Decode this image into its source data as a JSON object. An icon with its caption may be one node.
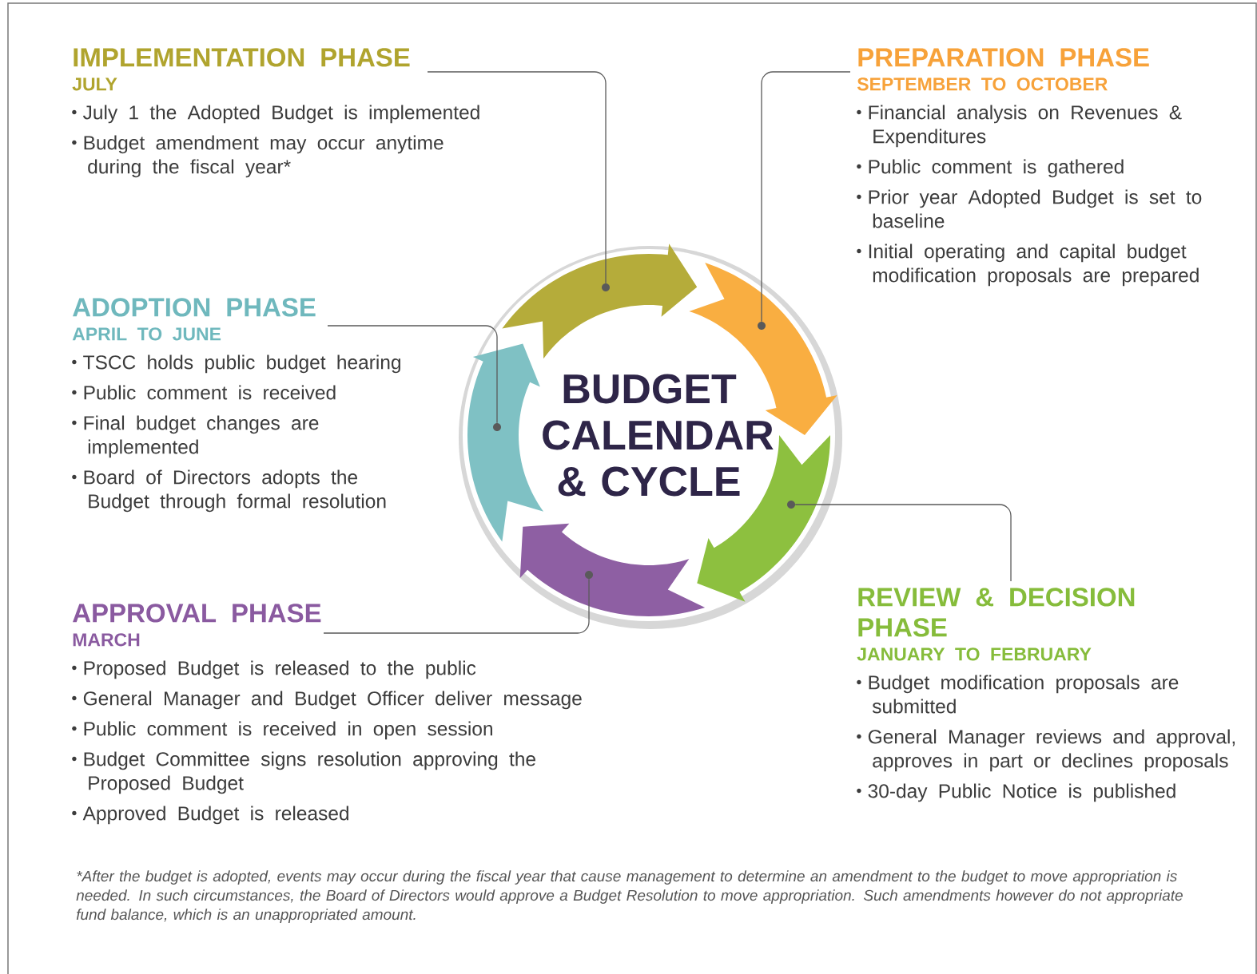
{
  "diagram": {
    "nodes": [
      {
        "text": [
          "IMPLEMENTATION PHASE",
          "JULY",
          "July 1 the Adopted Budget is implemented",
          "Budget amendment may occur anytime during the fiscal year*"
        ]
      },
      {
        "text": [
          "PREPARATION PHASE",
          "SEPTEMBER TO OCTOBER",
          "Financial analysis on Revenues & Expenditures",
          "Public comment is gathered",
          "Prior year Adopted Budget is set to baseline",
          "Initial operating and capital budget modification proposals are prepared"
        ]
      },
      {
        "text": [
          "ADOPTION PHASE",
          "APRIL TO JUNE",
          "TSCC holds public budget hearing",
          "Public comment is received",
          "Final budget changes are implemented",
          "Board of Directors adopts the Budget through formal resolution"
        ]
      },
      {
        "text": [
          "REVIEW & DECISION PHASE",
          "JANUARY TO FEBRUARY",
          "Budget modification proposals are submitted",
          "General Manager reviews and approval, approves in part or declines proposals",
          "30-day Public Notice is published"
        ]
      },
      {
        "text": [
          "APPROVAL PHASE",
          "MARCH",
          "Proposed Budget is released to the public",
          "General Manager and Budget Officer deliver message",
          "Public comment is received in open session",
          "Budget Committee signs resolution approving the Proposed Budget",
          "Approved Budget is released"
        ]
      },
      {
        "text": [
          "BUDGET CALENDAR & CYCLE"
        ]
      },
      {
        "text": [],
        "shape": "arrow"
      },
      {
        "text": [],
        "shape": "arrow"
      },
      {
        "text": [],
        "shape": "arrow"
      },
      {
        "text": [],
        "shape": "arrow"
      },
      {
        "text": [],
        "shape": "arrow"
      }
    ],
    "edges": [
      {
        "from": 0,
        "to": 6,
        "arrow": "none"
      },
      {
        "from": 1,
        "to": 7,
        "arrow": "none"
      },
      {
        "from": 2,
        "to": 10,
        "arrow": "none"
      },
      {
        "from": 3,
        "to": 8,
        "arrow": "none"
      },
      {
        "from": 4,
        "to": 9,
        "arrow": "none"
      }
    ],
    "labels": [
      "*After the budget is adopted, events may occur during the fiscal year that cause management to determine an amendment to the budget to move appropriation is needed. In such circumstances, the Board of Directors would approve a Budget Resolution to move appropriation. Such amendments however do not appropriate fund balance, which is an unappropriated amount."
    ]
  }
}
